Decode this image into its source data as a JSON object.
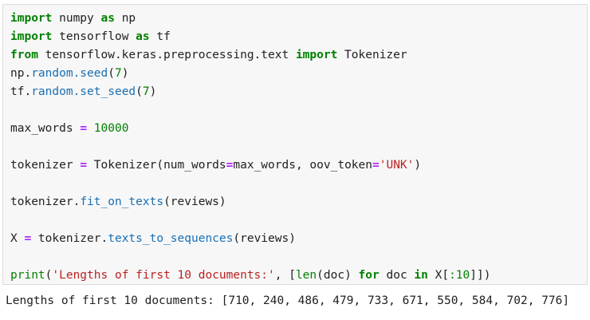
{
  "cell": {
    "l1": {
      "kw1": "import",
      "mod": " numpy ",
      "kw2": "as",
      "alias": " np"
    },
    "l2": {
      "kw1": "import",
      "mod": " tensorflow ",
      "kw2": "as",
      "alias": " tf"
    },
    "l3": {
      "kw1": "from",
      "mod": " tensorflow.keras.preprocessing.text ",
      "kw2": "import",
      "name": " Tokenizer"
    },
    "l4": {
      "obj": "np.",
      "attr": "random.seed",
      "open": "(",
      "num": "7",
      "close": ")"
    },
    "l5": {
      "obj": "tf.",
      "attr": "random.set_seed",
      "open": "(",
      "num": "7",
      "close": ")"
    },
    "l6": {
      "name": "max_words ",
      "op": "=",
      "sp": " ",
      "num": "10000"
    },
    "l7": {
      "name": "tokenizer ",
      "op": "=",
      "call": " Tokenizer(num_words",
      "eq": "=",
      "args": "max_words, oov_token",
      "eq2": "=",
      "str": "'UNK'",
      "close": ")"
    },
    "l8": {
      "obj": "tokenizer.",
      "attr": "fit_on_texts",
      "args": "(reviews)"
    },
    "l9": {
      "name": "X ",
      "op": "=",
      "obj": " tokenizer.",
      "attr": "texts_to_sequences",
      "args": "(reviews)"
    },
    "l10": {
      "print": "print",
      "open": "(",
      "str": "'Lengths of first 10 documents:'",
      "comma": ", [",
      "len": "len",
      "doc": "(doc) ",
      "for": "for",
      "doc2": " doc ",
      "in": "in",
      "x": " X[",
      "slice": ":10",
      "close": "]])"
    }
  },
  "output": {
    "text": "Lengths of first 10 documents: [710, 240, 486, 479, 733, 671, 550, 584, 702, 776]"
  }
}
